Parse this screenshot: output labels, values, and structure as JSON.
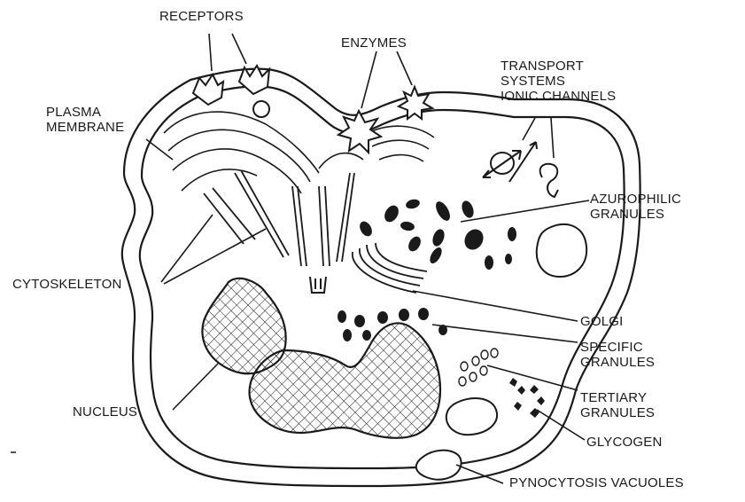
{
  "labels": {
    "receptors": "RECEPTORS",
    "enzymes": "ENZYMES",
    "transport": [
      "TRANSPORT",
      "SYSTEMS",
      "IONIC CHANNELS"
    ],
    "plasma_membrane": [
      "PLASMA",
      "MEMBRANE"
    ],
    "azurophilic_granules": [
      "AZUROPHILIC",
      "GRANULES"
    ],
    "cytoskeleton": "CYTOSKELETON",
    "golgi": "GOLGI",
    "specific_granules": [
      "SPECIFIC",
      "GRANULES"
    ],
    "tertiary_granules": [
      "TERTIARY",
      "GRANULES"
    ],
    "nucleus": "NUCLEUS",
    "glycogen": "GLYCOGEN",
    "pynocytosis_vacuoles": "PYNOCYTOSIS VACUOLES"
  },
  "colors": {
    "ink": "#1a1a1a",
    "background": "#ffffff"
  }
}
